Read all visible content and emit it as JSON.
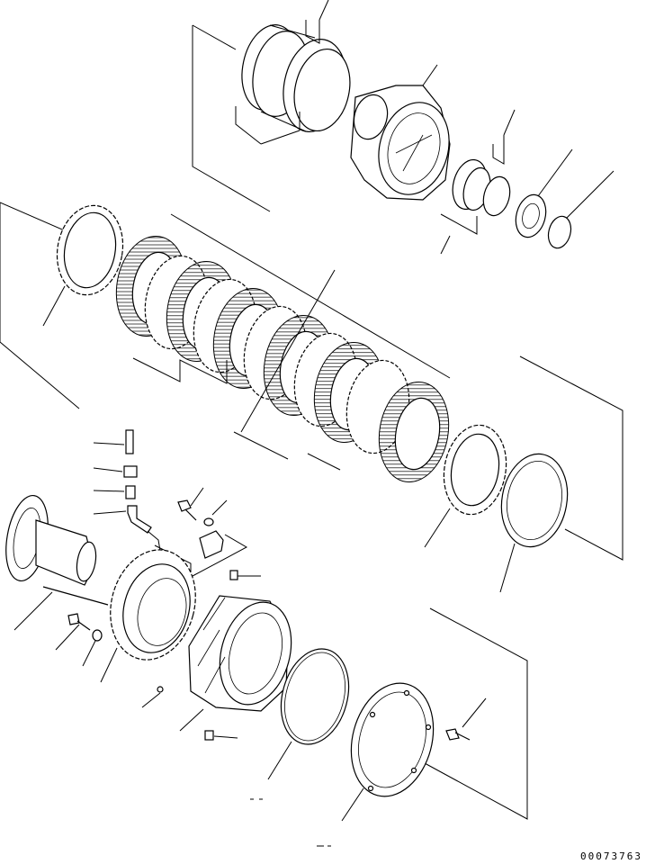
{
  "drawing": {
    "reference_code": "00073763",
    "line_color": "#000000",
    "background": "#ffffff"
  },
  "parts": [
    {
      "name": "bearing-ring-pair"
    },
    {
      "name": "hub-housing"
    },
    {
      "name": "small-ring-pair"
    },
    {
      "name": "nut"
    },
    {
      "name": "snap-ring"
    },
    {
      "name": "separator-plate-front"
    },
    {
      "name": "friction-plate-stack"
    },
    {
      "name": "separator-plate-rear"
    },
    {
      "name": "retainer-disc"
    },
    {
      "name": "pin"
    },
    {
      "name": "plug"
    },
    {
      "name": "fitting"
    },
    {
      "name": "elbow-fitting"
    },
    {
      "name": "bolt-washer-upper"
    },
    {
      "name": "bracket"
    },
    {
      "name": "flange-shaft"
    },
    {
      "name": "stud"
    },
    {
      "name": "bolt-lower"
    },
    {
      "name": "washer-lower"
    },
    {
      "name": "piston-ring-gear"
    },
    {
      "name": "brake-housing"
    },
    {
      "name": "o-ring-seal"
    },
    {
      "name": "cover-plate"
    },
    {
      "name": "mounting-bolt"
    }
  ]
}
